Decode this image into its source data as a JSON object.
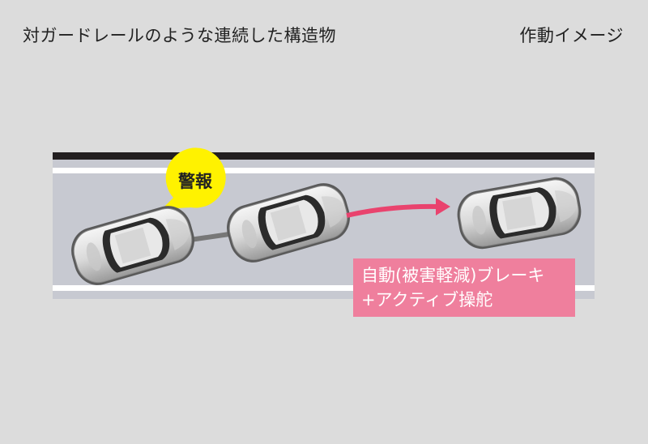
{
  "header": {
    "title": "対ガードレールのような連続した構造物",
    "subtitle": "作動イメージ"
  },
  "callout": {
    "warning": "警報"
  },
  "action_label": {
    "line1": "自動(被害軽減)ブレーキ",
    "line2": "+アクティブ操舵"
  },
  "colors": {
    "background": "#dcdcdc",
    "road": "#c7c9d1",
    "guardrail": "#231f20",
    "lane_line": "#ffffff",
    "bubble": "#fff200",
    "arrow": "#e9436e",
    "label_box": "#ef7f9d"
  }
}
